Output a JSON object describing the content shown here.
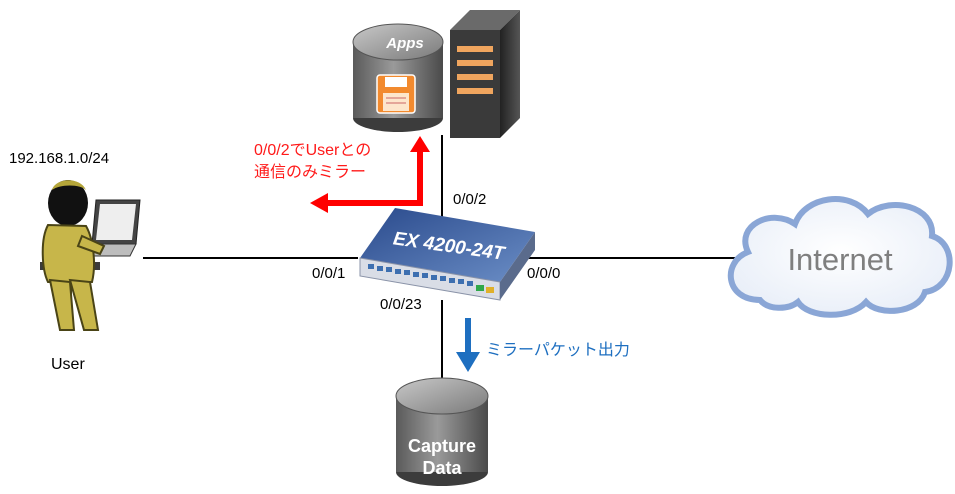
{
  "subnet_label": "192.168.1.0/24",
  "user_label": "User",
  "apps_label": "Apps",
  "switch_label": "EX 4200-24T",
  "internet_label": "Internet",
  "capture_label_line1": "Capture",
  "capture_label_line2": "Data",
  "ports": {
    "user_port": "0/0/1",
    "apps_port": "0/0/2",
    "internet_port": "0/0/0",
    "capture_port": "0/0/23"
  },
  "mirror_note": {
    "line1": "0/0/2でUserとの",
    "line2": "通信のみミラー",
    "color": "#ff0000"
  },
  "output_note": {
    "text": "ミラーパケット出力",
    "color": "#1e6fc0"
  }
}
